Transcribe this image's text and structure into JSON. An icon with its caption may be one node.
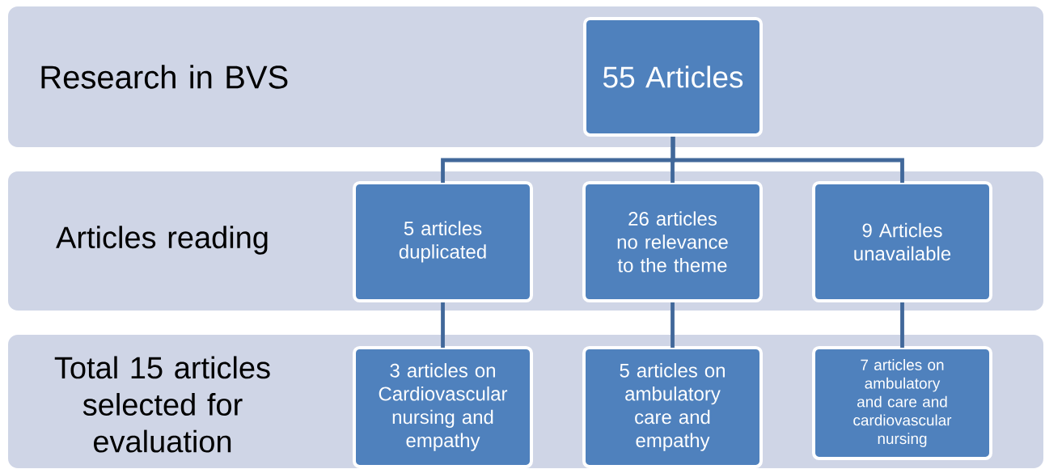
{
  "diagram": {
    "nodes": [
      {
        "text": [
          "Research in BVS"
        ]
      },
      {
        "text": [
          "55 Articles"
        ],
        "in": 0
      },
      {
        "text": [
          "Articles reading"
        ]
      },
      {
        "text": [
          "5 articles duplicated"
        ],
        "in": 2
      },
      {
        "text": [
          "26 articles no relevance to the theme"
        ],
        "in": 2
      },
      {
        "text": [
          "9 Articles unavailable"
        ],
        "in": 2
      },
      {
        "text": [
          "Total 15 articles selected for evaluation"
        ]
      },
      {
        "text": [
          "3 articles on Cardiovascular nursing and empathy"
        ],
        "in": 6
      },
      {
        "text": [
          "5 articles on ambulatory care and empathy"
        ],
        "in": 6
      },
      {
        "text": [
          "7 articles on ambulatory and care and cardiovascular nursing"
        ],
        "in": 6
      }
    ],
    "edges": [
      {
        "from": 1,
        "to": 3,
        "arrow": "none"
      },
      {
        "from": 1,
        "to": 4,
        "arrow": "none"
      },
      {
        "from": 1,
        "to": 5,
        "arrow": "none"
      },
      {
        "from": 3,
        "to": 7,
        "arrow": "none"
      },
      {
        "from": 4,
        "to": 8,
        "arrow": "none"
      },
      {
        "from": 5,
        "to": 9,
        "arrow": "none"
      }
    ]
  }
}
